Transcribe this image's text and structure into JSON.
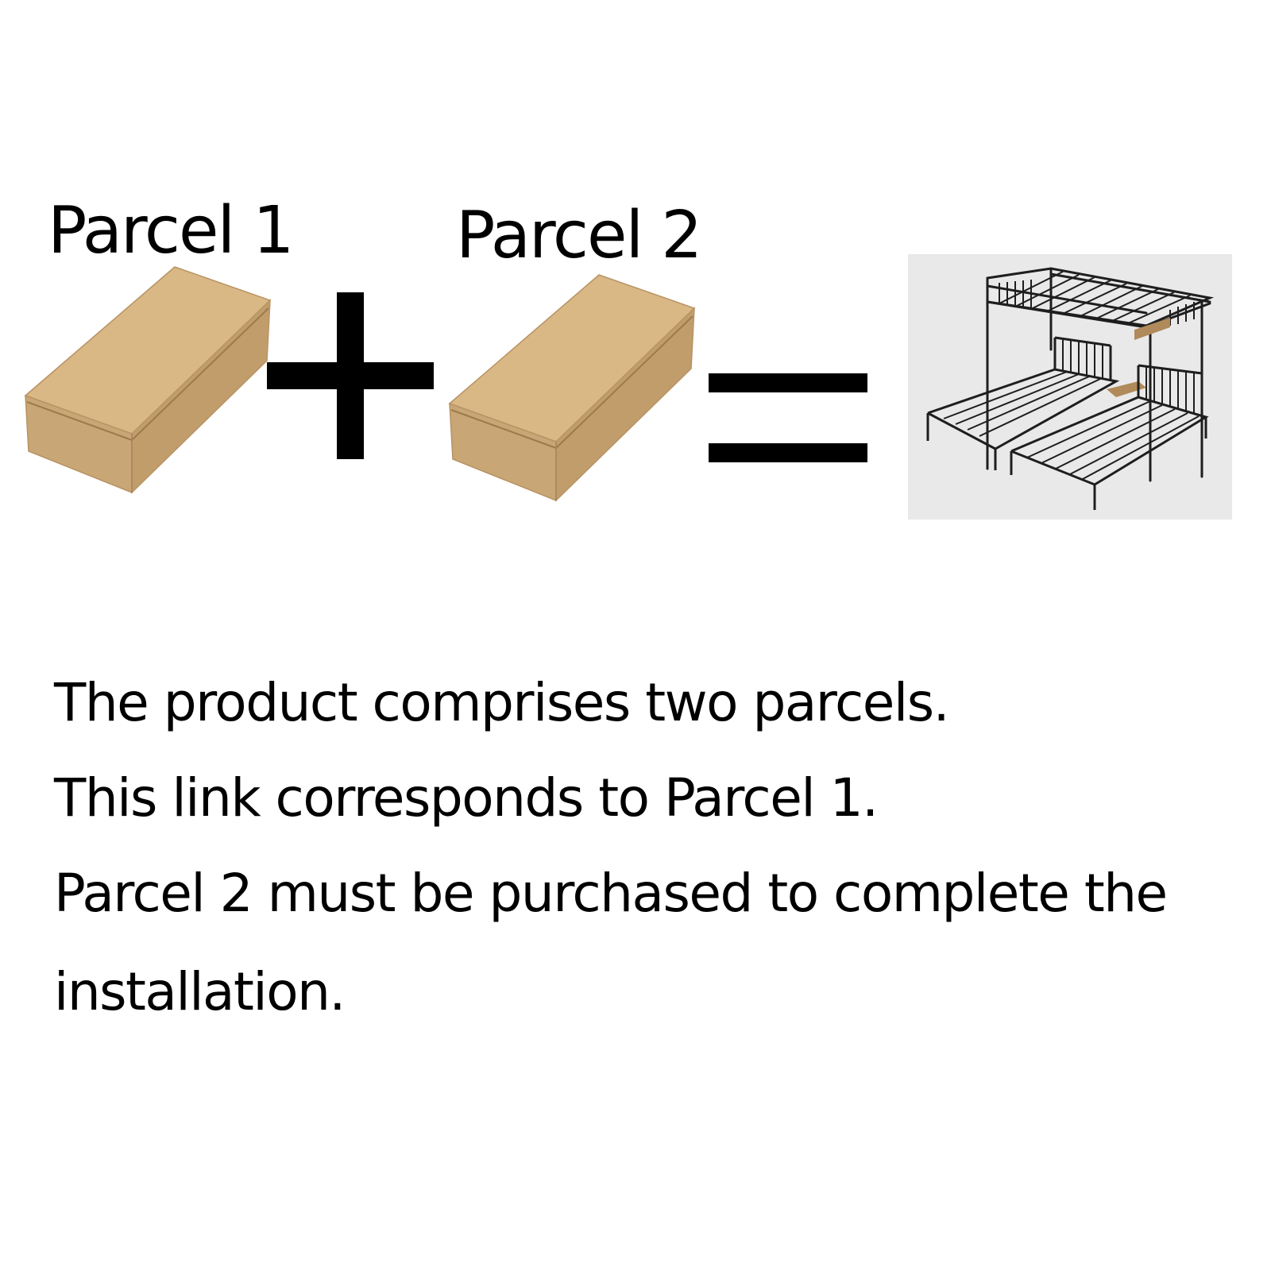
{
  "parcels": {
    "first_label": "Parcel 1",
    "second_label": "Parcel 2"
  },
  "operators": {
    "plus": "+",
    "equals": "="
  },
  "colors": {
    "cardboard_top": "#d9b886",
    "cardboard_front": "#c9a676",
    "cardboard_side": "#bf9a68",
    "background": "#ffffff",
    "photo_background": "#e9e9e9",
    "bed_frame": "#1e1e1e",
    "wood_shelf": "#b08a5a"
  },
  "icons": {
    "box": "cardboard-box-icon",
    "product": "triple-bunk-bed-photo"
  },
  "description": {
    "line1": "The product comprises two parcels.",
    "line2": "This link corresponds to Parcel 1.",
    "line3": "Parcel 2 must be purchased to complete the",
    "line4": "installation."
  }
}
